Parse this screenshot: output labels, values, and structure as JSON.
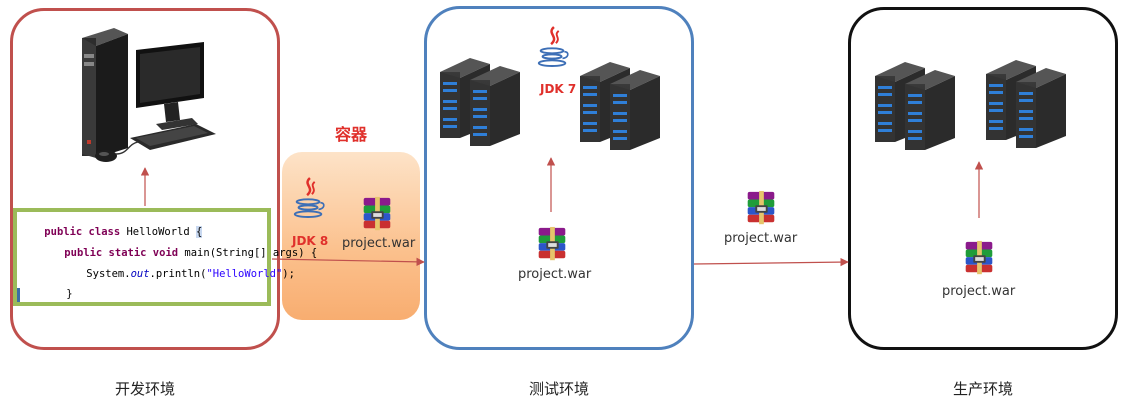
{
  "environments": {
    "dev": "开发环境",
    "test": "测试环境",
    "prod": "生产环境"
  },
  "container_label": "容器",
  "jdk": {
    "container": "JDK 8",
    "test": "JDK 7"
  },
  "war_file": "project.war",
  "code": {
    "line1_a": "public class",
    "line1_b": " HelloWorld ",
    "line1_c": "{",
    "line2_a": "public static void",
    "line2_b": " main(String[] args) {",
    "line3_a": "System.",
    "line3_b": "out",
    "line3_c": ".println(",
    "line3_d": "\"HelloWorld\"",
    "line3_e": ");",
    "line4": "}"
  },
  "colors": {
    "dev_border": "#c0504d",
    "test_border": "#4f81bd",
    "prod_border": "#111111",
    "arrow": "#c0504d",
    "code_border": "#9bbb59",
    "container_fill": "#fbc08c"
  },
  "icons": [
    "desktop-computer-icon",
    "server-icon",
    "java-icon",
    "winrar-archive-icon"
  ]
}
